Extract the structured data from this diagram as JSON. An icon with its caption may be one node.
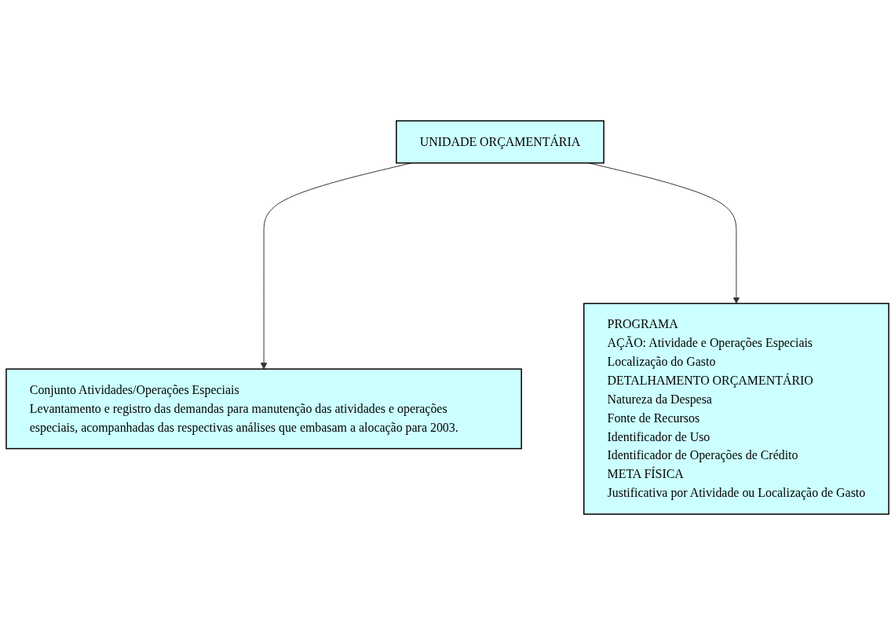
{
  "diagram": {
    "nodes": [
      {
        "text": [
          "UNIDADE ORÇAMENTÁRIA"
        ]
      },
      {
        "text": [
          "Conjunto Atividades/Operações Especiais",
          "Levantamento e registro das demandas para manutenção das atividades e operações especiais, acompanhadas das respectivas análises que embasam a alocação para 2003."
        ]
      },
      {
        "text": [
          "PROGRAMA",
          "AÇÃO: Atividade e Operações Especiais",
          "Localização do Gasto",
          "DETALHAMENTO ORÇAMENTÁRIO",
          "Natureza da Despesa",
          "Fonte de Recursos",
          "Identificador de Uso",
          "Identificador de Operações de Crédito",
          "META FÍSICA",
          "Justificativa por Atividade ou Localização de Gasto"
        ]
      }
    ],
    "edges": [
      {
        "from": 0,
        "to": 1,
        "arrow": "to"
      },
      {
        "from": 0,
        "to": 2,
        "arrow": "to"
      }
    ]
  }
}
